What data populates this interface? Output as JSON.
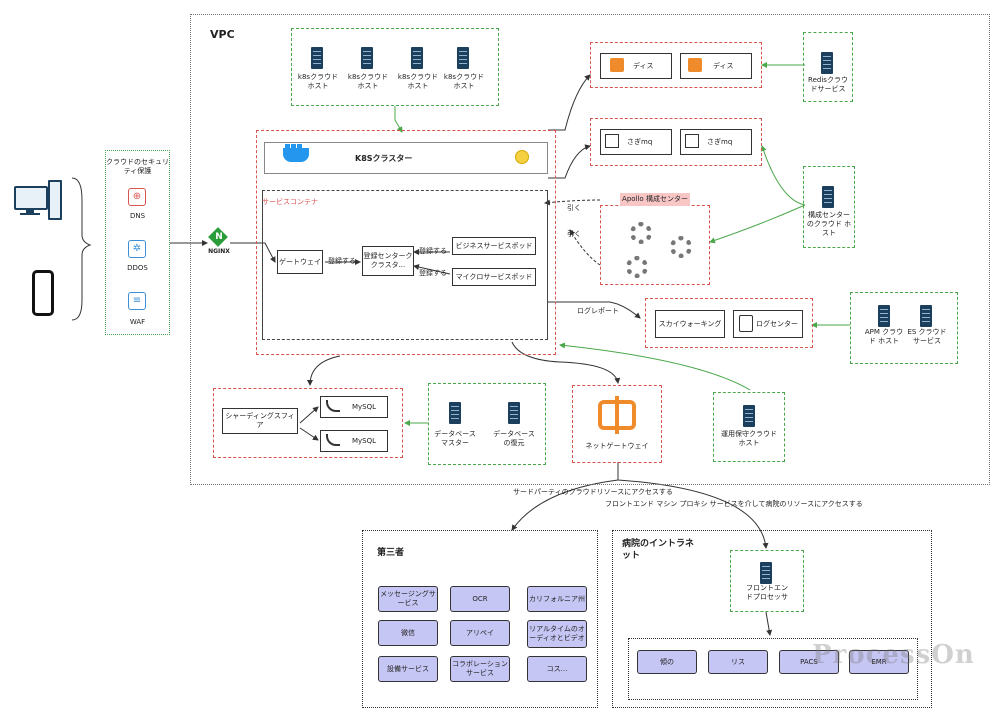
{
  "vpc": {
    "title": "VPC"
  },
  "k8s_hosts": [
    "k8sクラウドホスト",
    "k8sクラウドホスト",
    "k8sクラウドホスト",
    "k8sクラウドホスト"
  ],
  "k8s_cluster_label": "K8Sクラスター",
  "service_container_label": "サービスコンテナ",
  "security": {
    "title": "クラウドのセキュリティ保護",
    "items": [
      "DNS",
      "DDOS",
      "WAF"
    ]
  },
  "nginx_label": "NGINX",
  "gateway_label": "ゲートウェイ",
  "register_label_1": "登録する",
  "register_center_label": "登録センターククラスタ...",
  "register_label_2": "登録する",
  "register_label_3": "登録する",
  "business_pod_label": "ビジネスサービスポッド",
  "micro_pod_label": "マイクロサービスポッド",
  "redis": {
    "items": [
      "ディス",
      "ディス"
    ],
    "host": "Redisクラウドサービス"
  },
  "mq": {
    "items": [
      "さぎmq",
      "さぎmq"
    ]
  },
  "apollo": {
    "title": "Apollo 構成センター",
    "pull_1": "引く",
    "pull_2": "引く"
  },
  "config_host_label": "構成センターのクラウド ホスト",
  "log": {
    "report_label": "ログレポート",
    "skywalking": "スカイウォーキング",
    "log_center": "ログセンター",
    "apm_host": "APM クラウド ホスト",
    "es_host": "ES クラウド サービス"
  },
  "db": {
    "sharding": "シャーディングスフィア",
    "mysql": [
      "MySQL",
      "MySQL"
    ],
    "master": "データベースマスター",
    "backup": "データベースの復元"
  },
  "netgateway_label": "ネットゲートウェイ",
  "ops_host_label": "運用保守クラウドホスト",
  "edge_third": "サードパーティのクラウドリソースにアクセスする",
  "edge_hospital": "フロントエンド マシン プロキシ サービスを介して病院のリソースにアクセスする",
  "third_party": {
    "title": "第三者",
    "items": [
      "メッセージングサービス",
      "OCR",
      "カリフォルニア州",
      "微信",
      "アリペイ",
      "リアルタイムのオーディオとビデオ",
      "設備サービス",
      "コラボレーションサービス",
      "コス..."
    ]
  },
  "hospital": {
    "title": "病院のイントラネット",
    "frontend": "フロントエンドプロセッサ",
    "items": [
      "傾の",
      "リス",
      "PACS",
      "EMR"
    ]
  },
  "watermark": "ProcessOn"
}
